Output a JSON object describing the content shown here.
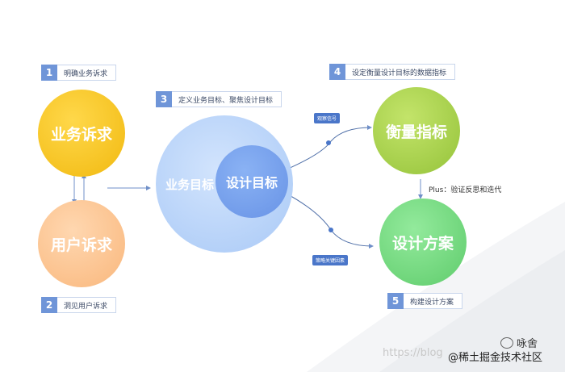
{
  "steps": [
    {
      "num": "1",
      "label": "明确业务诉求"
    },
    {
      "num": "2",
      "label": "洞见用户诉求"
    },
    {
      "num": "3",
      "label": "定义业务目标、聚焦设计目标"
    },
    {
      "num": "4",
      "label": "设定衡量设计目标的数据指标"
    },
    {
      "num": "5",
      "label": "构建设计方案"
    }
  ],
  "circles": {
    "business_need": "业务诉求",
    "user_need": "用户诉求",
    "business_goal": "业务目标",
    "design_goal": "设计目标",
    "metrics": "衡量指标",
    "design_plan": "设计方案"
  },
  "tags": {
    "signal": "观察信号",
    "factors": "策略关键因素"
  },
  "plus_note": "Plus：验证反思和迭代",
  "watermark": {
    "url": "https://blog",
    "community": "@稀土掘金技术社区",
    "logo_text": "咏舍"
  },
  "colors": {
    "accent": "#6f95d8",
    "yellow": "#f5c518",
    "orange": "#fcc48c",
    "light_blue": "#b8d4fb",
    "mid_blue": "#7aa6f0",
    "lime": "#a8d048",
    "green": "#6fd67a"
  }
}
